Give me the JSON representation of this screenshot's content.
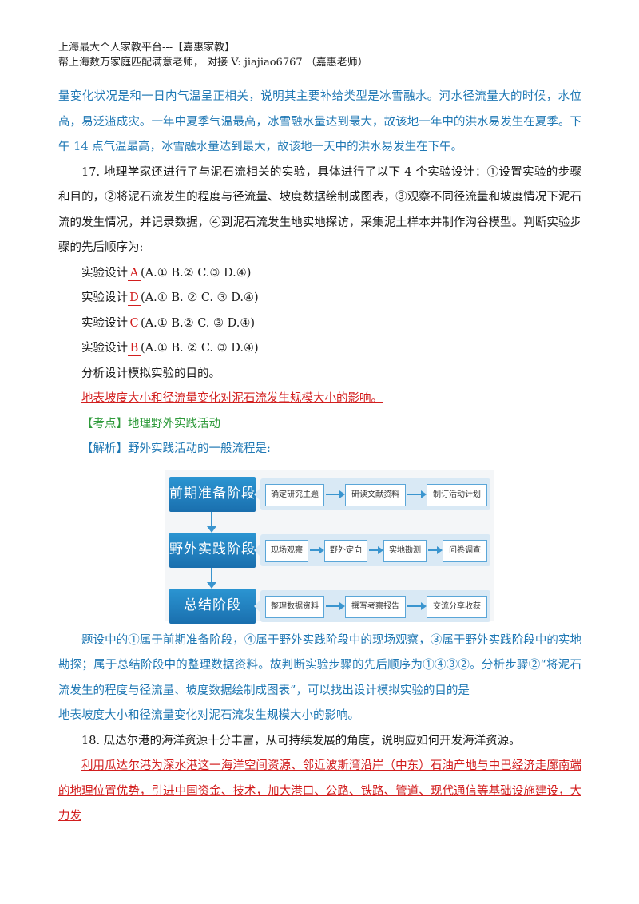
{
  "header": {
    "line1": "上海最大个人家教平台---【嘉惠家教】",
    "line2": "帮上海数万家庭匹配满意老师， 对接 V: jiajiao6767 （嘉惠老师）"
  },
  "intro_blue": "量变化状况是和一日内气温呈正相关，说明其主要补给类型是冰雪融水。河水径流量大的时候，水位高，易泛滥成灾。一年中夏季气温最高，冰雪融水量达到最大，故该地一年中的洪水易发生在夏季。下午 14 点气温最高，冰雪融水量达到最大，故该地一天中的洪水易发生在下午。",
  "q17": {
    "question": "17. 地理学家还进行了与泥石流相关的实验，具体进行了以下 4 个实验设计：①设置实验的步骤和目的，②将泥石流发生的程度与径流量、坡度数据绘制成图表，③观察不同径流量和坡度情况下泥石流的发生情况，并记录数据，④到泥石流发生地实地探访，采集泥土样本并制作沟谷模型。判断实验步骤的先后顺序为:",
    "rows": [
      {
        "label": "实验设计",
        "answer": "A",
        "options": "(A.① B.② C.③ D.④)"
      },
      {
        "label": "实验设计",
        "answer": "D",
        "options": "(A.① B. ② C. ③ D.④)"
      },
      {
        "label": "实验设计",
        "answer": "C",
        "options": "(A.① B.② C. ③ D.④)"
      },
      {
        "label": "实验设计",
        "answer": "B",
        "options": "(A.① B. ② C. ③ D.④)"
      }
    ],
    "sub_question": "分析设计模拟实验的目的。",
    "answer": "地表坡度大小和径流量变化对泥石流发生规模大小的影响。",
    "kaodian_tag": "【考点】",
    "kaodian_text": "地理野外实践活动",
    "jiexi_tag": "【解析】",
    "jiexi_text": "野外实践活动的一般流程是:",
    "analysis": "题设中的①属于前期准备阶段，④属于野外实践阶段中的现场观察，③属于野外实践阶段中的实地勘探；属于总结阶段中的整理数据资料。故判断实验步骤的先后顺序为①④③②。分析步骤②“将泥石流发生的程度与径流量、坡度数据绘制成图表”，可以找出设计模拟实验的目的是",
    "analysis_end": "地表坡度大小和径流量变化对泥石流发生规模大小的影响。"
  },
  "flowchart": {
    "stages": [
      {
        "name": "前期准备阶段",
        "steps": [
          "确定研究主题",
          "研读文献资料",
          "制订活动计划"
        ]
      },
      {
        "name": "野外实践阶段",
        "steps": [
          "现场观察",
          "野外定向",
          "实地勘测",
          "问卷调查"
        ]
      },
      {
        "name": "总结阶段",
        "steps": [
          "整理数据资料",
          "撰写考察报告",
          "交流分享收获"
        ]
      }
    ],
    "colors": {
      "stage": "#1f82c4",
      "band": "#d9e9f5",
      "border": "#5aa6d8"
    }
  },
  "q18": {
    "question": "18. 瓜达尔港的海洋资源十分丰富，从可持续发展的角度，说明应如何开发海洋资源。",
    "answer": "利用瓜达尔港为深水港这一海洋空间资源、邻近波斯湾沿岸（中东）石油产地与中巴经济走廊南端的地理位置优势，引进中国资金、技术，加大港口、公路、铁路、管道、现代通信等基础设施建设，大力发"
  }
}
